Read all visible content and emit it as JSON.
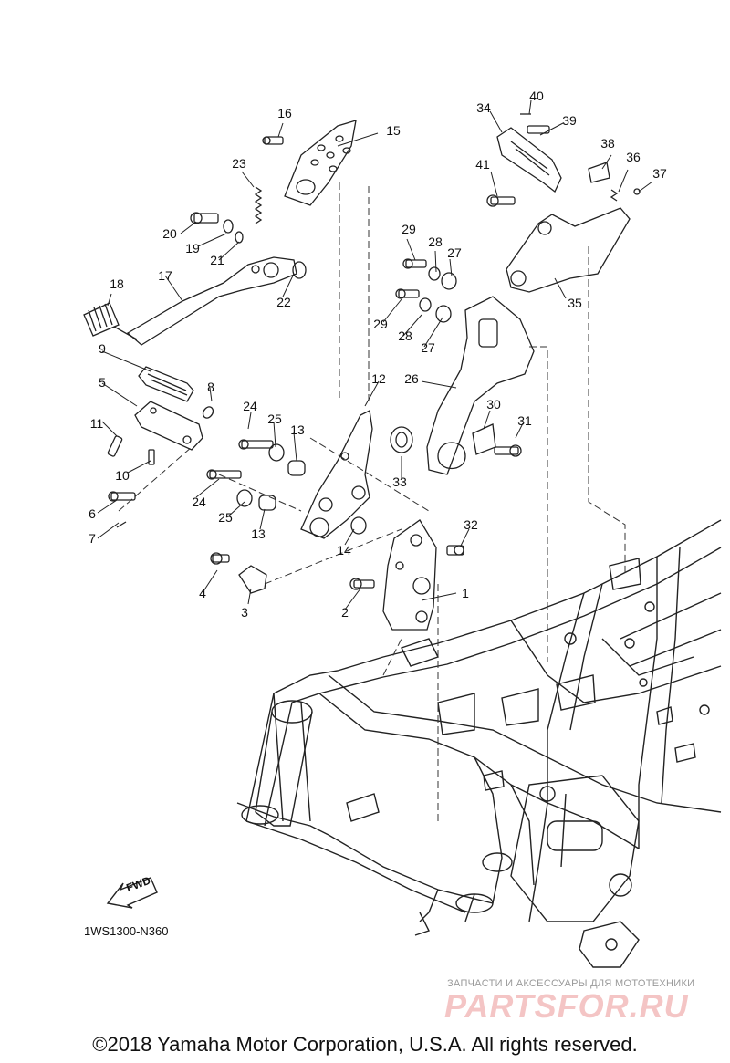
{
  "callouts": [
    {
      "n": "1"
    },
    {
      "n": "2"
    },
    {
      "n": "3"
    },
    {
      "n": "4"
    },
    {
      "n": "5"
    },
    {
      "n": "6"
    },
    {
      "n": "7"
    },
    {
      "n": "8"
    },
    {
      "n": "9"
    },
    {
      "n": "10"
    },
    {
      "n": "11"
    },
    {
      "n": "12"
    },
    {
      "n": "13"
    },
    {
      "n": "13"
    },
    {
      "n": "14"
    },
    {
      "n": "15"
    },
    {
      "n": "16"
    },
    {
      "n": "17"
    },
    {
      "n": "18"
    },
    {
      "n": "19"
    },
    {
      "n": "20"
    },
    {
      "n": "21"
    },
    {
      "n": "22"
    },
    {
      "n": "23"
    },
    {
      "n": "24"
    },
    {
      "n": "24"
    },
    {
      "n": "25"
    },
    {
      "n": "25"
    },
    {
      "n": "26"
    },
    {
      "n": "27"
    },
    {
      "n": "27"
    },
    {
      "n": "28"
    },
    {
      "n": "28"
    },
    {
      "n": "29"
    },
    {
      "n": "29"
    },
    {
      "n": "30"
    },
    {
      "n": "31"
    },
    {
      "n": "32"
    },
    {
      "n": "33"
    },
    {
      "n": "34"
    },
    {
      "n": "35"
    },
    {
      "n": "36"
    },
    {
      "n": "37"
    },
    {
      "n": "38"
    },
    {
      "n": "39"
    },
    {
      "n": "40"
    },
    {
      "n": "41"
    }
  ],
  "fwd_label": "FWD",
  "diagram_code": "1WS1300-N360",
  "watermark": {
    "caption": "ЗАПЧАСТИ И АКСЕССУАРЫ ДЛЯ МОТОТЕХНИКИ",
    "logo": "PARTSFOR.RU"
  },
  "copyright": "©2018 Yamaha Motor Corporation, U.S.A. All rights reserved."
}
